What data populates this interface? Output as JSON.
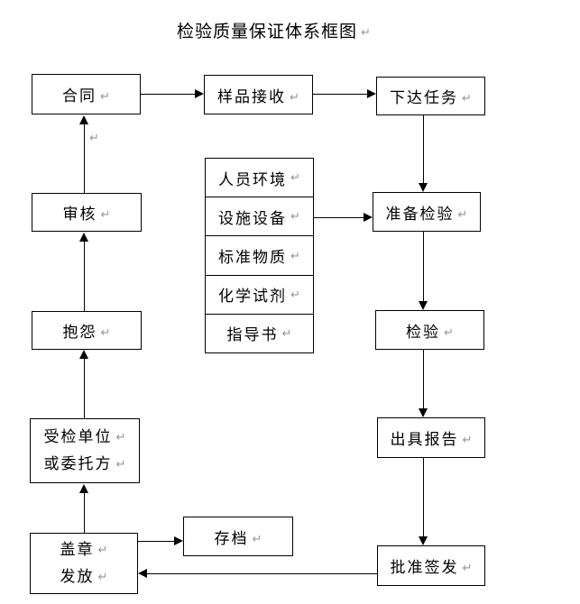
{
  "title": {
    "text": "检验质量保证体系框图"
  },
  "glyphs": {
    "paragraph_mark": "↵"
  },
  "colors": {
    "background": "#ffffff",
    "line": "#000000",
    "text": "#000000",
    "paragraph_mark": "#979797"
  },
  "boxes": {
    "contract": {
      "label": "合同"
    },
    "sample_reception": {
      "label": "样品接收"
    },
    "issue_task": {
      "label": "下达任务"
    },
    "resources": {
      "cells": [
        {
          "label": "人员环境"
        },
        {
          "label": "设施设备"
        },
        {
          "label": "标准物质"
        },
        {
          "label": "化学试剂"
        },
        {
          "label": "指导书"
        }
      ]
    },
    "prepare_inspection": {
      "label": "准备检验"
    },
    "inspection": {
      "label": "检验"
    },
    "review": {
      "label": "审核"
    },
    "complaint": {
      "label": "抱怨"
    },
    "client": {
      "lines": [
        "受检单位",
        "或委托方"
      ]
    },
    "issue_report": {
      "label": "出具报告"
    },
    "approve_sign": {
      "label": "批准签发"
    },
    "archive": {
      "label": "存档"
    },
    "stamp_issue": {
      "lines": [
        "盖章",
        "发放"
      ]
    }
  },
  "edges": [
    {
      "from": "contract",
      "to": "sample_reception"
    },
    {
      "from": "sample_reception",
      "to": "issue_task"
    },
    {
      "from": "issue_task",
      "to": "prepare_inspection"
    },
    {
      "from": "resources",
      "to": "prepare_inspection"
    },
    {
      "from": "prepare_inspection",
      "to": "inspection"
    },
    {
      "from": "inspection",
      "to": "issue_report"
    },
    {
      "from": "issue_report",
      "to": "approve_sign"
    },
    {
      "from": "approve_sign",
      "to": "stamp_issue"
    },
    {
      "from": "stamp_issue",
      "to": "archive"
    },
    {
      "from": "stamp_issue",
      "to": "client"
    },
    {
      "from": "client",
      "to": "complaint"
    },
    {
      "from": "complaint",
      "to": "review"
    },
    {
      "from": "review",
      "to": "contract"
    }
  ]
}
